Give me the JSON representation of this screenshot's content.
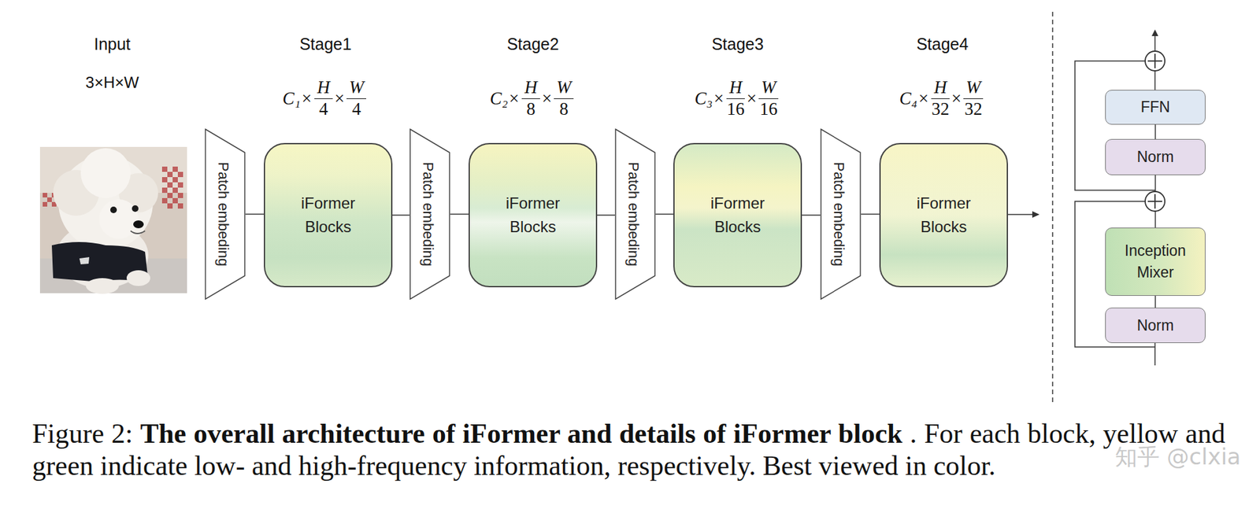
{
  "diagram": {
    "caption": "Figure 2: The overall architecture of iFormer and details of iFormer block . For each block, yellow and green indicate low- and high-frequency information, respectively. Best viewed in color.",
    "nodes": [
      {
        "text": [
          "Patch embeding"
        ]
      },
      {
        "text": [
          "iFormer Blocks"
        ]
      },
      {
        "text": [
          "Patch embeding"
        ]
      },
      {
        "text": [
          "iFormer Blocks"
        ]
      },
      {
        "text": [
          "Patch embeding"
        ]
      },
      {
        "text": [
          "iFormer Blocks"
        ]
      },
      {
        "text": [
          "Patch embeding"
        ]
      },
      {
        "text": [
          "iFormer Blocks"
        ]
      },
      {
        "text": [
          "FFN"
        ]
      },
      {
        "text": [
          "Norm"
        ]
      },
      {
        "text": [
          "Inception Mixer"
        ]
      },
      {
        "text": [
          "Norm"
        ]
      }
    ],
    "edges": [
      {
        "from": 0,
        "to": 1,
        "arrow": "none"
      },
      {
        "from": 1,
        "to": 2,
        "arrow": "none"
      },
      {
        "from": 2,
        "to": 3,
        "arrow": "none"
      },
      {
        "from": 3,
        "to": 4,
        "arrow": "none"
      },
      {
        "from": 4,
        "to": 5,
        "arrow": "none"
      },
      {
        "from": 5,
        "to": 6,
        "arrow": "none"
      },
      {
        "from": 6,
        "to": 7,
        "arrow": "none"
      },
      {
        "from": 11,
        "to": 10,
        "arrow": "none"
      },
      {
        "from": 10,
        "to": 9,
        "arrow": "none"
      },
      {
        "from": 9,
        "to": 8,
        "arrow": "none"
      }
    ],
    "labels": [
      "Input",
      "3×H×W",
      "Stage1",
      "C₁×",
      "H",
      "4",
      "×",
      "W",
      "4",
      "Stage2",
      "C₂×",
      "H",
      "8",
      "×",
      "W",
      "8",
      "Stage3",
      "C₃×",
      "H",
      "16",
      "×",
      "W",
      "16",
      "Stage4",
      "C₄×",
      "H",
      "32",
      "×",
      "W",
      "32",
      "知乎 @clxia"
    ]
  }
}
